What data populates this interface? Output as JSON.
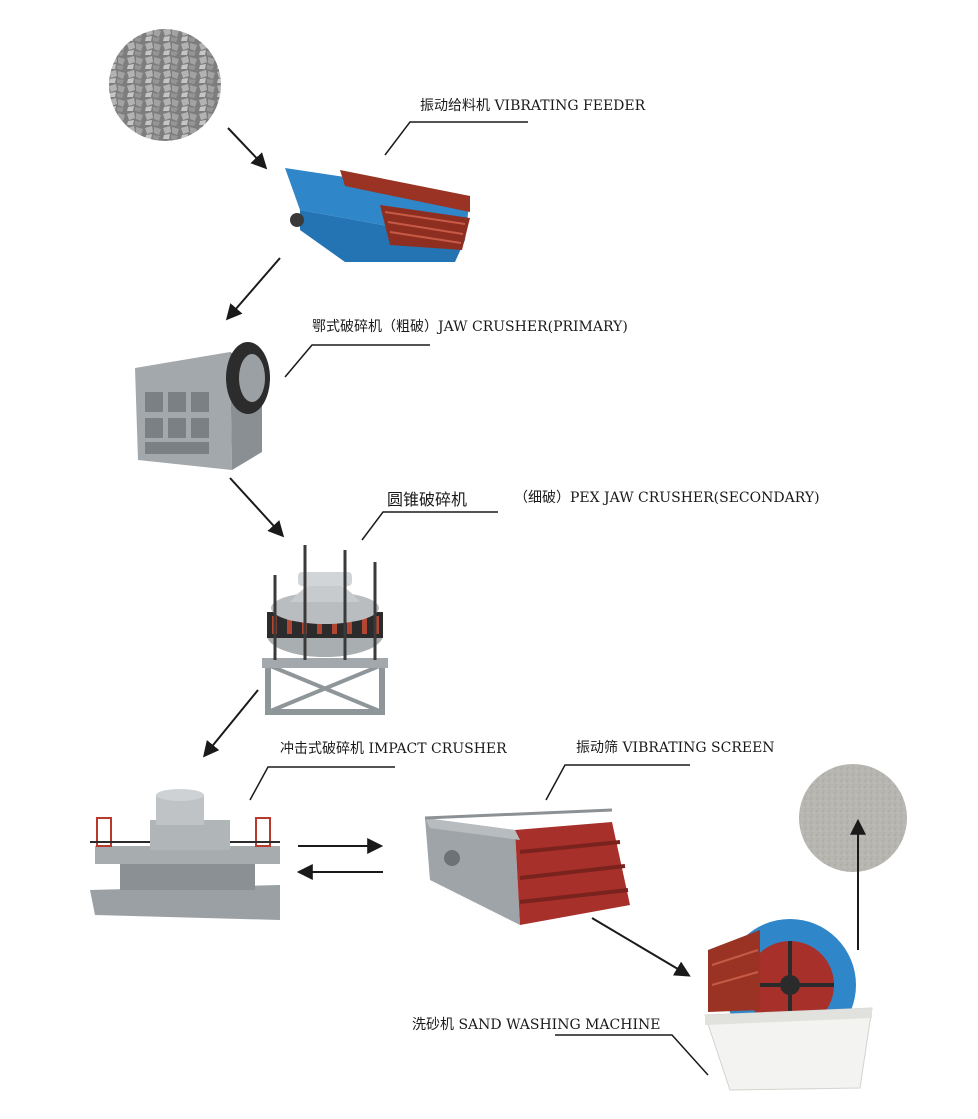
{
  "labels": {
    "vibrating_feeder": "振动给料机 VIBRATING FEEDER",
    "jaw_crusher": "鄂式破碎机（粗破）JAW CRUSHER(PRIMARY)",
    "cone_crusher_cn": "圆锥破碎机",
    "cone_crusher_en": "（细破）PEX  JAW  CRUSHER(SECONDARY)",
    "impact_crusher": "冲击式破碎机 IMPACT CRUSHER",
    "vibrating_screen": "振动筛 VIBRATING SCREEN",
    "sand_washing": "洗砂机 SAND WASHING MACHINE"
  },
  "colors": {
    "ink": "#1a1a1a",
    "arrow": "#1a1a1a",
    "machine_grey": "#9ea4a8",
    "machine_blue": "#2f86c8",
    "machine_red": "#9a3323",
    "stone": "#8d8d8d",
    "sand": "#b7b5b0"
  }
}
